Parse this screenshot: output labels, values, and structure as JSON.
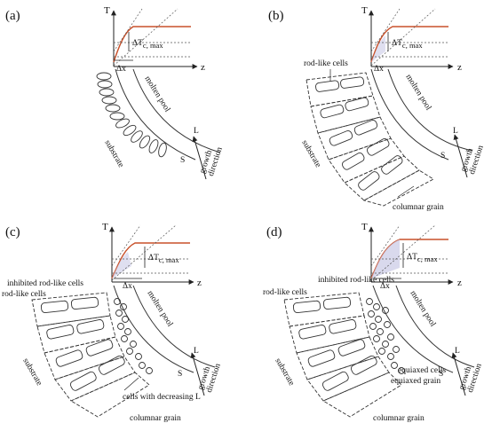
{
  "colors": {
    "temperature_curve": "#c8502a",
    "undercooled_fill": "#c9c9e6",
    "line": "#333333"
  },
  "panels": [
    {
      "id": "a",
      "label": "(a)",
      "axis_t": "T",
      "axis_z": "z",
      "delta_t": "ΔT",
      "delta_t_sub": "c, max",
      "delta_x": "Δx",
      "molten_pool": "molten pool",
      "substrate": "substrate",
      "L": "L",
      "S": "S",
      "growth_direction": [
        "growth",
        "direction"
      ]
    },
    {
      "id": "b",
      "label": "(b)",
      "axis_t": "T",
      "axis_z": "z",
      "delta_t": "ΔT",
      "delta_t_sub": "c, max",
      "delta_x": "Δx",
      "rod_like_cells": "rod-like cells",
      "molten_pool": "molten pool",
      "substrate": "substrate",
      "L": "L",
      "S": "S",
      "growth_direction": [
        "growth",
        "direction"
      ],
      "columnar_grain": "columnar grain"
    },
    {
      "id": "c",
      "label": "(c)",
      "axis_t": "T",
      "axis_z": "z",
      "delta_t": "ΔT",
      "delta_t_sub": "c, max",
      "delta_x": "Δx",
      "inhibited_rod_like_cells": "inhibited rod-like cells",
      "rod_like_cells": "rod-like cells",
      "molten_pool": "molten pool",
      "substrate": "substrate",
      "L": "L",
      "S": "S",
      "growth_direction": [
        "growth",
        "direction"
      ],
      "cells_decreasing": "cells with decreasing L",
      "columnar_grain": "columnar grain"
    },
    {
      "id": "d",
      "label": "(d)",
      "axis_t": "T",
      "axis_z": "z",
      "delta_t": "ΔT",
      "delta_t_sub": "c, max",
      "delta_x": "Δx",
      "inhibited_rod_like_cells": "inhibited rod-like cells",
      "rod_like_cells": "rod-like cells",
      "molten_pool": "molten pool",
      "substrate": "substrate",
      "L": "L",
      "S": "S",
      "growth_direction": [
        "growth",
        "direction"
      ],
      "equiaxed_cells": "equiaxed cells",
      "equiaxed_grain": "equiaxed grain",
      "columnar_grain": "columnar grain"
    }
  ]
}
